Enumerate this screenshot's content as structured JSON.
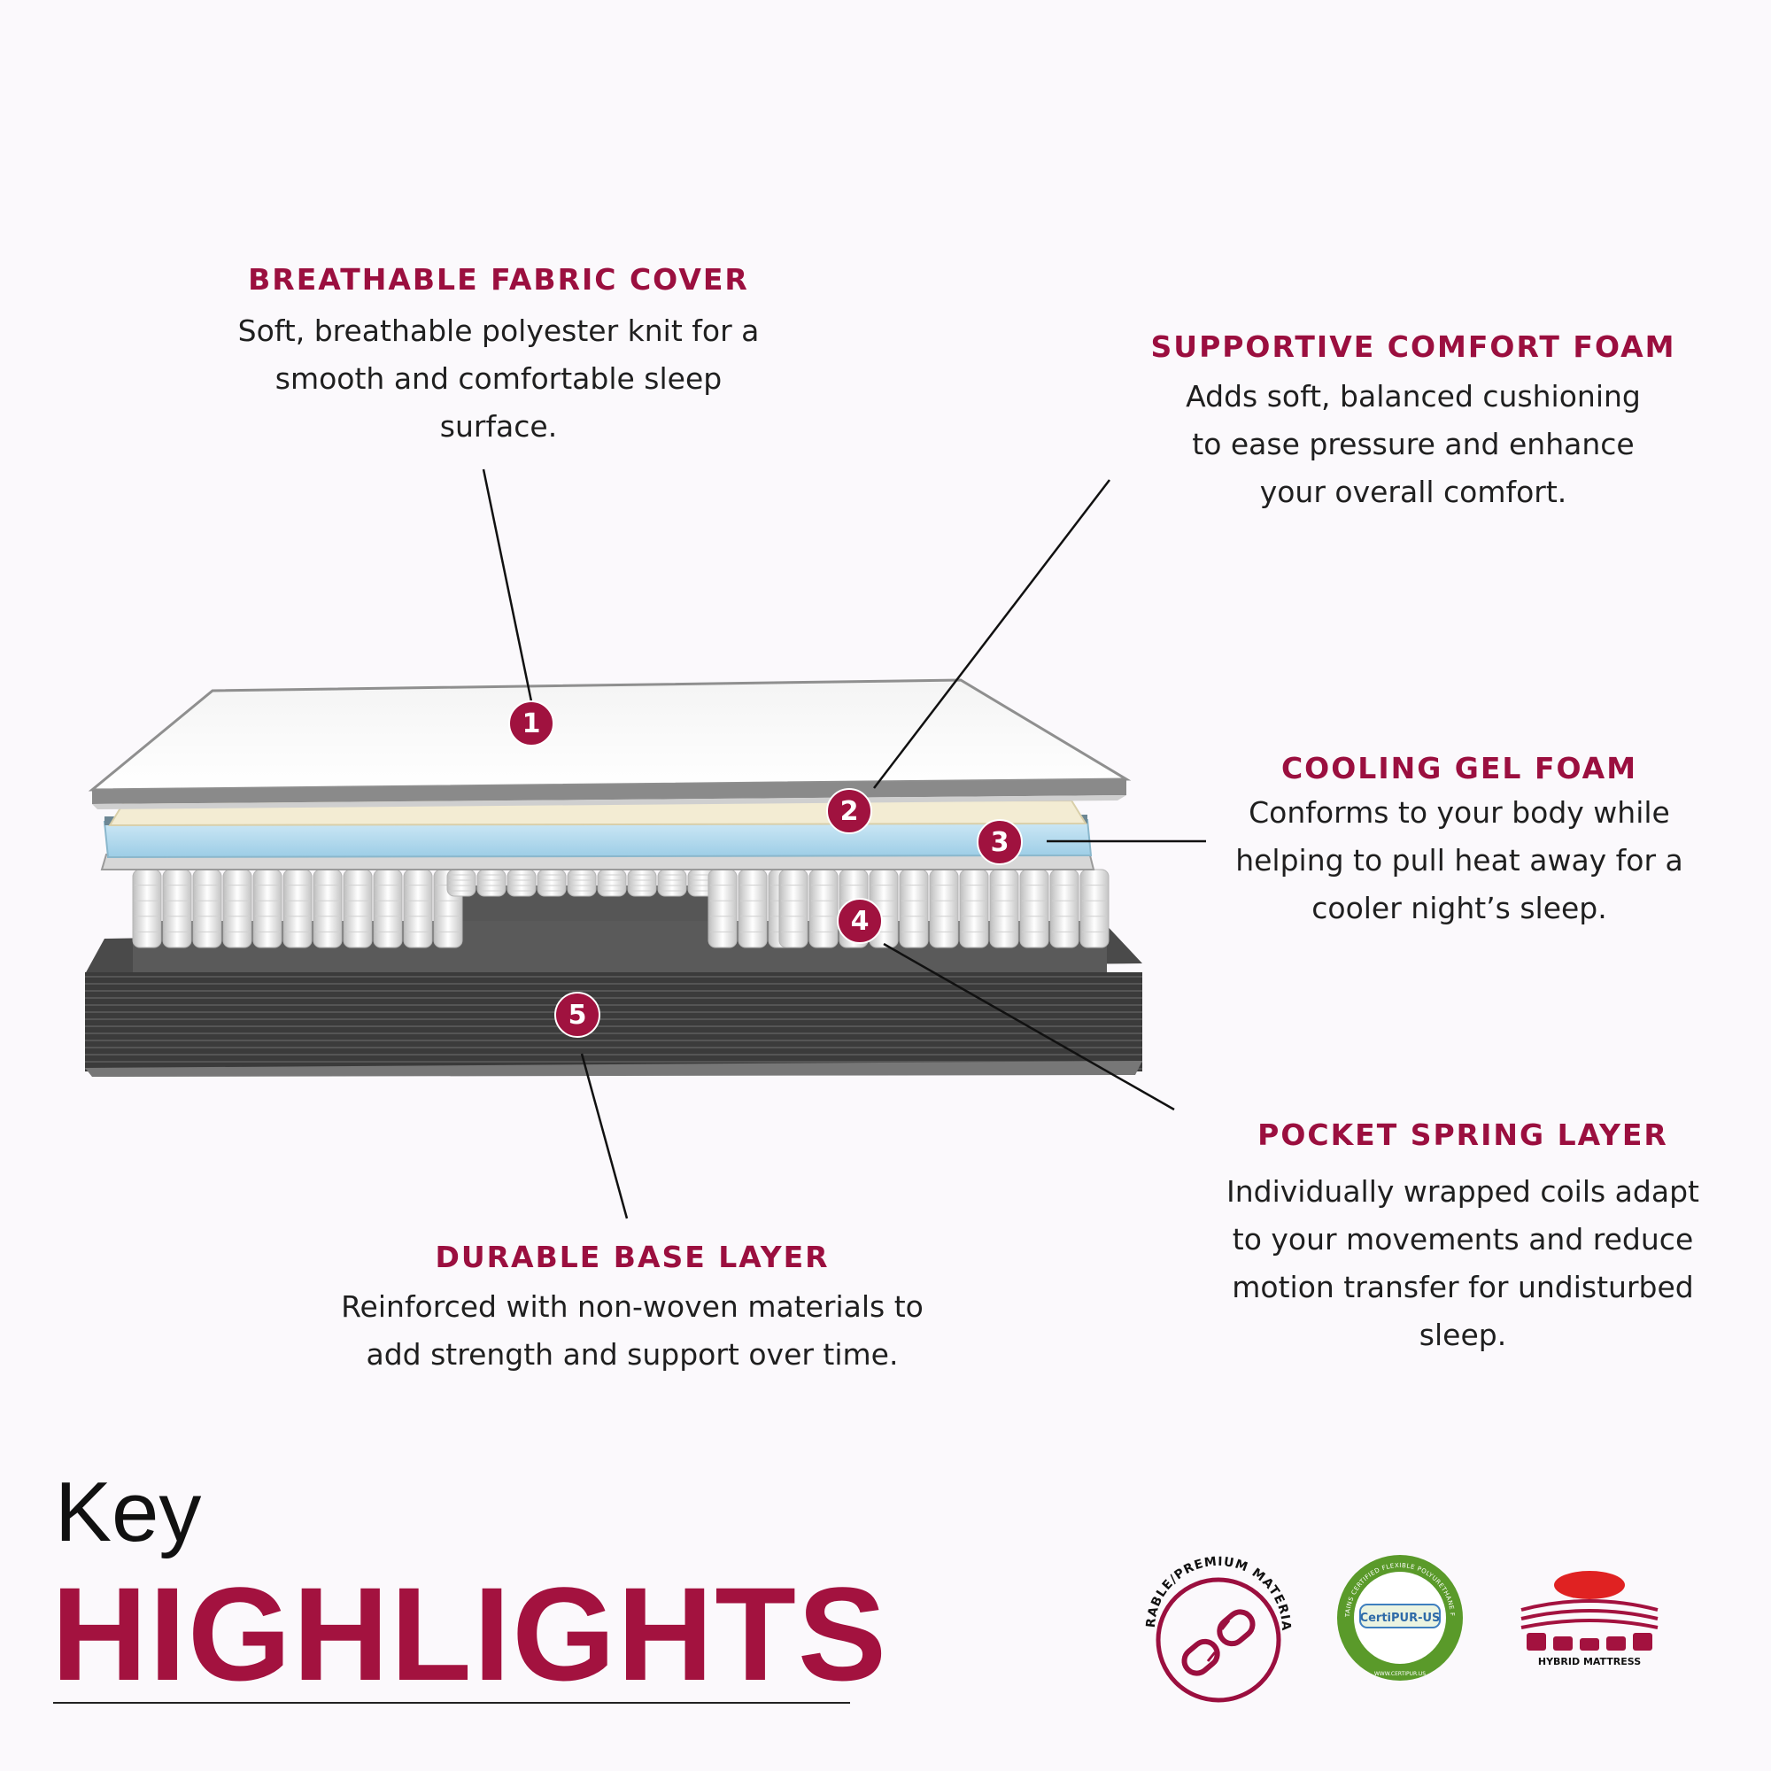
{
  "callouts": {
    "cover": {
      "number": "1",
      "title": "BREATHABLE FABRIC COVER",
      "lines": [
        "Soft, breathable polyester knit for a",
        "smooth and comfortable sleep",
        "surface."
      ]
    },
    "comfort": {
      "number": "2",
      "title": "SUPPORTIVE COMFORT FOAM",
      "lines": [
        "Adds soft, balanced cushioning",
        "to ease pressure and enhance",
        "your overall comfort."
      ]
    },
    "gel": {
      "number": "3",
      "title": "COOLING GEL FOAM",
      "lines": [
        "Conforms to your body while",
        "helping to pull heat away for a",
        "cooler night’s sleep."
      ]
    },
    "springs": {
      "number": "4",
      "title": "POCKET SPRING LAYER",
      "lines": [
        "Individually wrapped coils adapt",
        "to your movements and reduce",
        "motion transfer for undisturbed",
        "sleep."
      ]
    },
    "base": {
      "number": "5",
      "title": "DURABLE BASE LAYER",
      "lines": [
        "Reinforced with non-woven materials to",
        "add strength and support over time."
      ]
    }
  },
  "heading": {
    "key": "Key",
    "highlights": "HIGHLIGHTS"
  },
  "badges": {
    "durable": {
      "text": "DURABLE/PREMIUM MATERIALS",
      "icon": "broken-chain-icon"
    },
    "certipur": {
      "logo_text": "CertiPUR-US",
      "ring_text": "CONTAINS CERTIFIED FLEXIBLE POLYURETHANE FOAM",
      "url_text": "WWW.CERTIPUR.US"
    },
    "hybrid": {
      "text": "HYBRID MATTRESS",
      "icon": "hybrid-mattress-icon"
    }
  },
  "colors": {
    "accent": "#9b0f3f",
    "background": "#fbf9fc",
    "certipur_green": "#5a9a2a",
    "gel_blue": "#a8d6ec"
  }
}
